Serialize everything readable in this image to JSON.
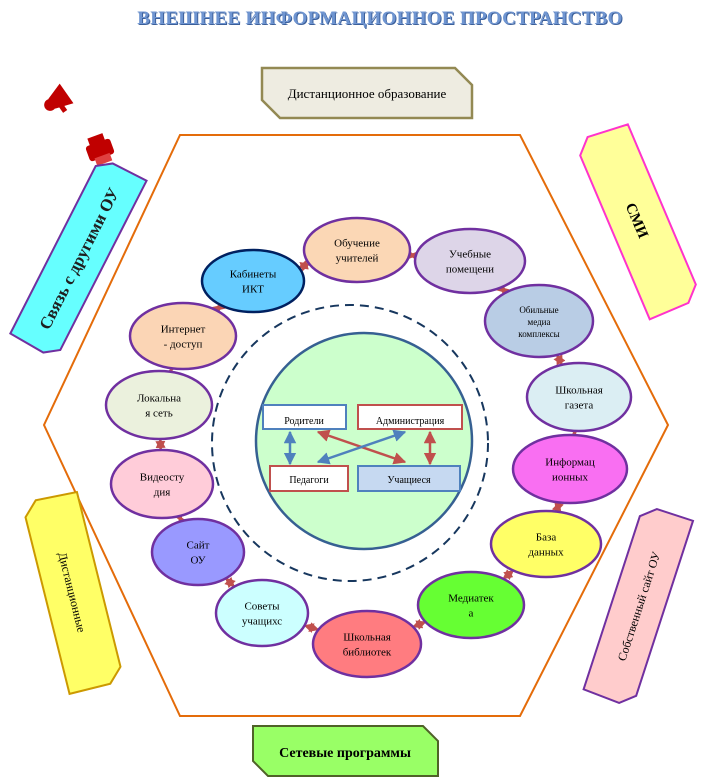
{
  "title": "ВНЕШНЕЕ ИНФОРМАЦИОННОЕ ПРОСТРАНСТВО",
  "outer_labels": {
    "top": "Дистанционное образование",
    "left_top": "Связь с другими ОУ",
    "right_top": "СМИ",
    "left_bottom": "Дистанционные",
    "right_bottom": "Собственный сайт ОУ",
    "bottom": "Сетевые программы"
  },
  "nodes": [
    {
      "id": "obuch",
      "lines": [
        "Обучение",
        "учителей"
      ],
      "fill": "#fbd7b5"
    },
    {
      "id": "uchpom",
      "lines": [
        "Учебные",
        "помещени"
      ],
      "fill": "#ddd5e8"
    },
    {
      "id": "media",
      "lines": [
        "Обильные",
        "медиа",
        "комплексы"
      ],
      "fill": "#b9cde5"
    },
    {
      "id": "gazeta",
      "lines": [
        "Школьная",
        "газета"
      ],
      "fill": "#dbeef3"
    },
    {
      "id": "inform",
      "lines": [
        "Информац",
        "ионных"
      ],
      "fill": "#f96ff2"
    },
    {
      "id": "baza",
      "lines": [
        "База",
        "данных"
      ],
      "fill": "#ffff66"
    },
    {
      "id": "mediatek",
      "lines": [
        "Медиатек",
        "а"
      ],
      "fill": "#66ff33"
    },
    {
      "id": "bibl",
      "lines": [
        "Школьная",
        "библиотек"
      ],
      "fill": "#ff7c80"
    },
    {
      "id": "sovety",
      "lines": [
        "Советы",
        "учащихс"
      ],
      "fill": "#ccffff"
    },
    {
      "id": "sayt",
      "lines": [
        "Сайт",
        "ОУ"
      ],
      "fill": "#9999ff"
    },
    {
      "id": "video",
      "lines": [
        "Видеосту",
        "дия"
      ],
      "fill": "#ffccd9"
    },
    {
      "id": "lokal",
      "lines": [
        "Локальна",
        "я сеть"
      ],
      "fill": "#ebf1dd"
    },
    {
      "id": "internet",
      "lines": [
        "Интернет",
        "- доступ"
      ],
      "fill": "#fbd5b5"
    },
    {
      "id": "kabinet",
      "lines": [
        "Кабинеты",
        "ИКТ"
      ],
      "fill": "#66ccff"
    }
  ],
  "center": {
    "roditeli": "Родители",
    "admin": "Администрация",
    "pedagogi": "Педагоги",
    "uchaschiesya": "Учащиеся"
  },
  "colors": {
    "hexagon": "#e46c0a",
    "circle_fill": "#ccffcc",
    "dashed": "#17375e",
    "arrow": "#c0504d"
  }
}
